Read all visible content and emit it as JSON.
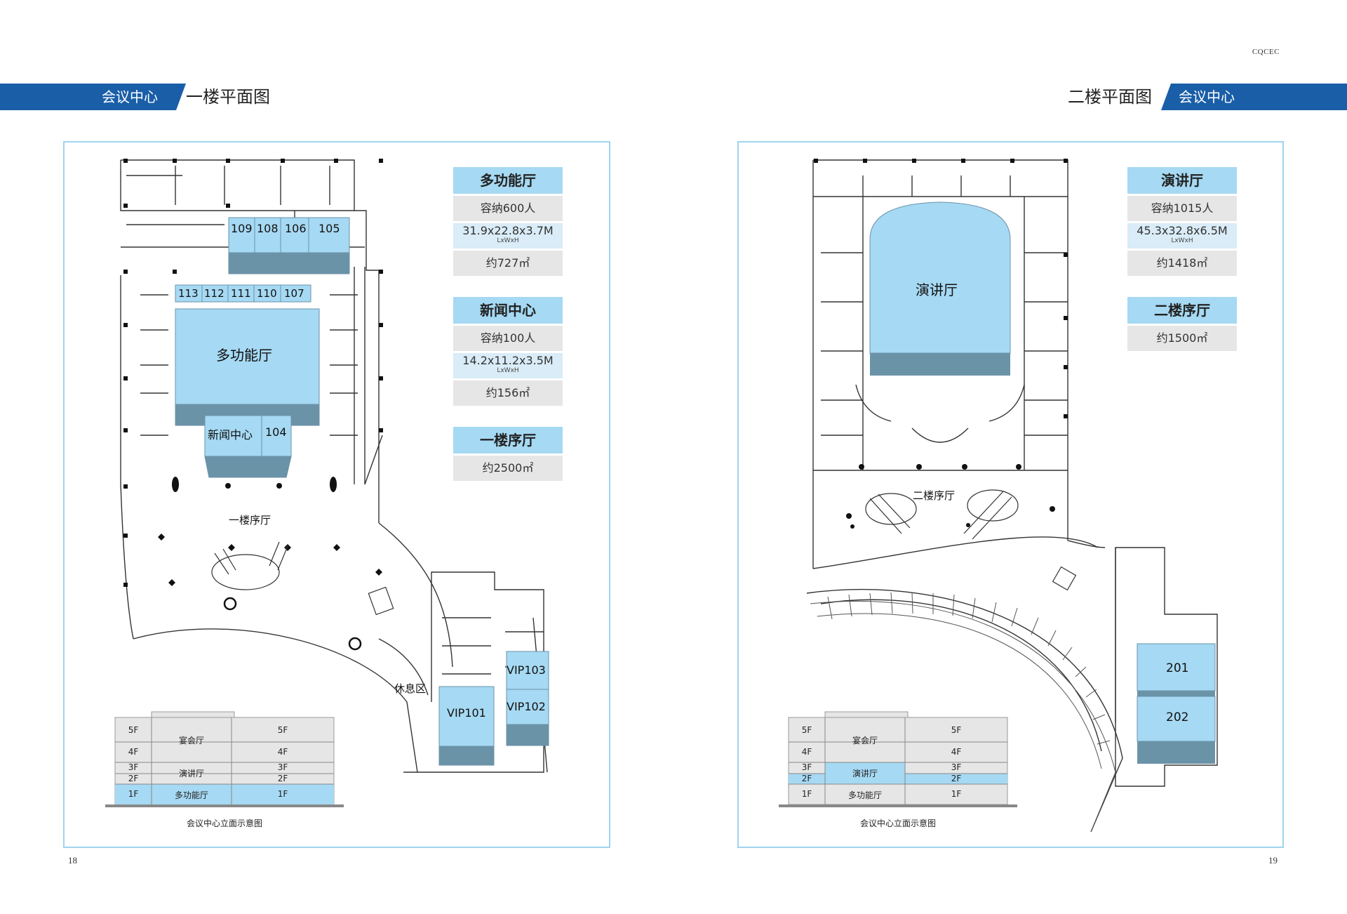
{
  "brand": "CQCEC",
  "left_page": {
    "section": "会议中心",
    "title": "一楼平面图",
    "page_number": "18",
    "rooms": {
      "r109": "109",
      "r108": "108",
      "r106": "106",
      "r105": "105",
      "r113": "113",
      "r112": "112",
      "r111": "111",
      "r110": "110",
      "r107": "107",
      "multi": "多功能厅",
      "press": "新闻中心",
      "r104": "104",
      "lobby": "一楼序厅",
      "lounge": "休息区",
      "vip101": "VIP101",
      "vip102": "VIP102",
      "vip103": "VIP103"
    },
    "info": {
      "multi_name": "多功能厅",
      "multi_cap": "容纳600人",
      "multi_dim": "31.9x22.8x3.7M",
      "multi_dim_unit": "LxWxH",
      "multi_area": "约727㎡",
      "press_name": "新闻中心",
      "press_cap": "容纳100人",
      "press_dim": "14.2x11.2x3.5M",
      "press_dim_unit": "LxWxH",
      "press_area": "约156㎡",
      "lobby_name": "一楼序厅",
      "lobby_area": "约2500㎡"
    },
    "elevation": {
      "caption": "会议中心立面示意图",
      "f5": "5F",
      "f4": "4F",
      "f3": "3F",
      "f2": "2F",
      "f1": "1F",
      "banquet": "宴会厅",
      "lecture": "演讲厅",
      "multi": "多功能厅",
      "r5": "5F",
      "r4": "4F",
      "r3": "3F",
      "r2": "2F",
      "r1": "1F",
      "highlight": "1F"
    }
  },
  "right_page": {
    "section": "会议中心",
    "title": "二楼平面图",
    "page_number": "19",
    "rooms": {
      "lecture": "演讲厅",
      "lobby": "二楼序厅",
      "r201": "201",
      "r202": "202"
    },
    "info": {
      "lecture_name": "演讲厅",
      "lecture_cap": "容纳1015人",
      "lecture_dim": "45.3x32.8x6.5M",
      "lecture_dim_unit": "LxWxH",
      "lecture_area": "约1418㎡",
      "lobby_name": "二楼序厅",
      "lobby_area": "约1500㎡"
    },
    "elevation": {
      "caption": "会议中心立面示意图",
      "f5": "5F",
      "f4": "4F",
      "f3": "3F",
      "f2": "2F",
      "f1": "1F",
      "banquet": "宴会厅",
      "lecture": "演讲厅",
      "multi": "多功能厅",
      "r5": "5F",
      "r4": "4F",
      "r3": "3F",
      "r2": "2F",
      "r1": "1F",
      "highlight": "2F"
    }
  },
  "colors": {
    "band": "#1a5ea8",
    "room_fill": "#a6d9f3",
    "room_dark": "#6b93a8",
    "frame": "#9fd4ee",
    "info_gray": "#e6e6e6"
  }
}
